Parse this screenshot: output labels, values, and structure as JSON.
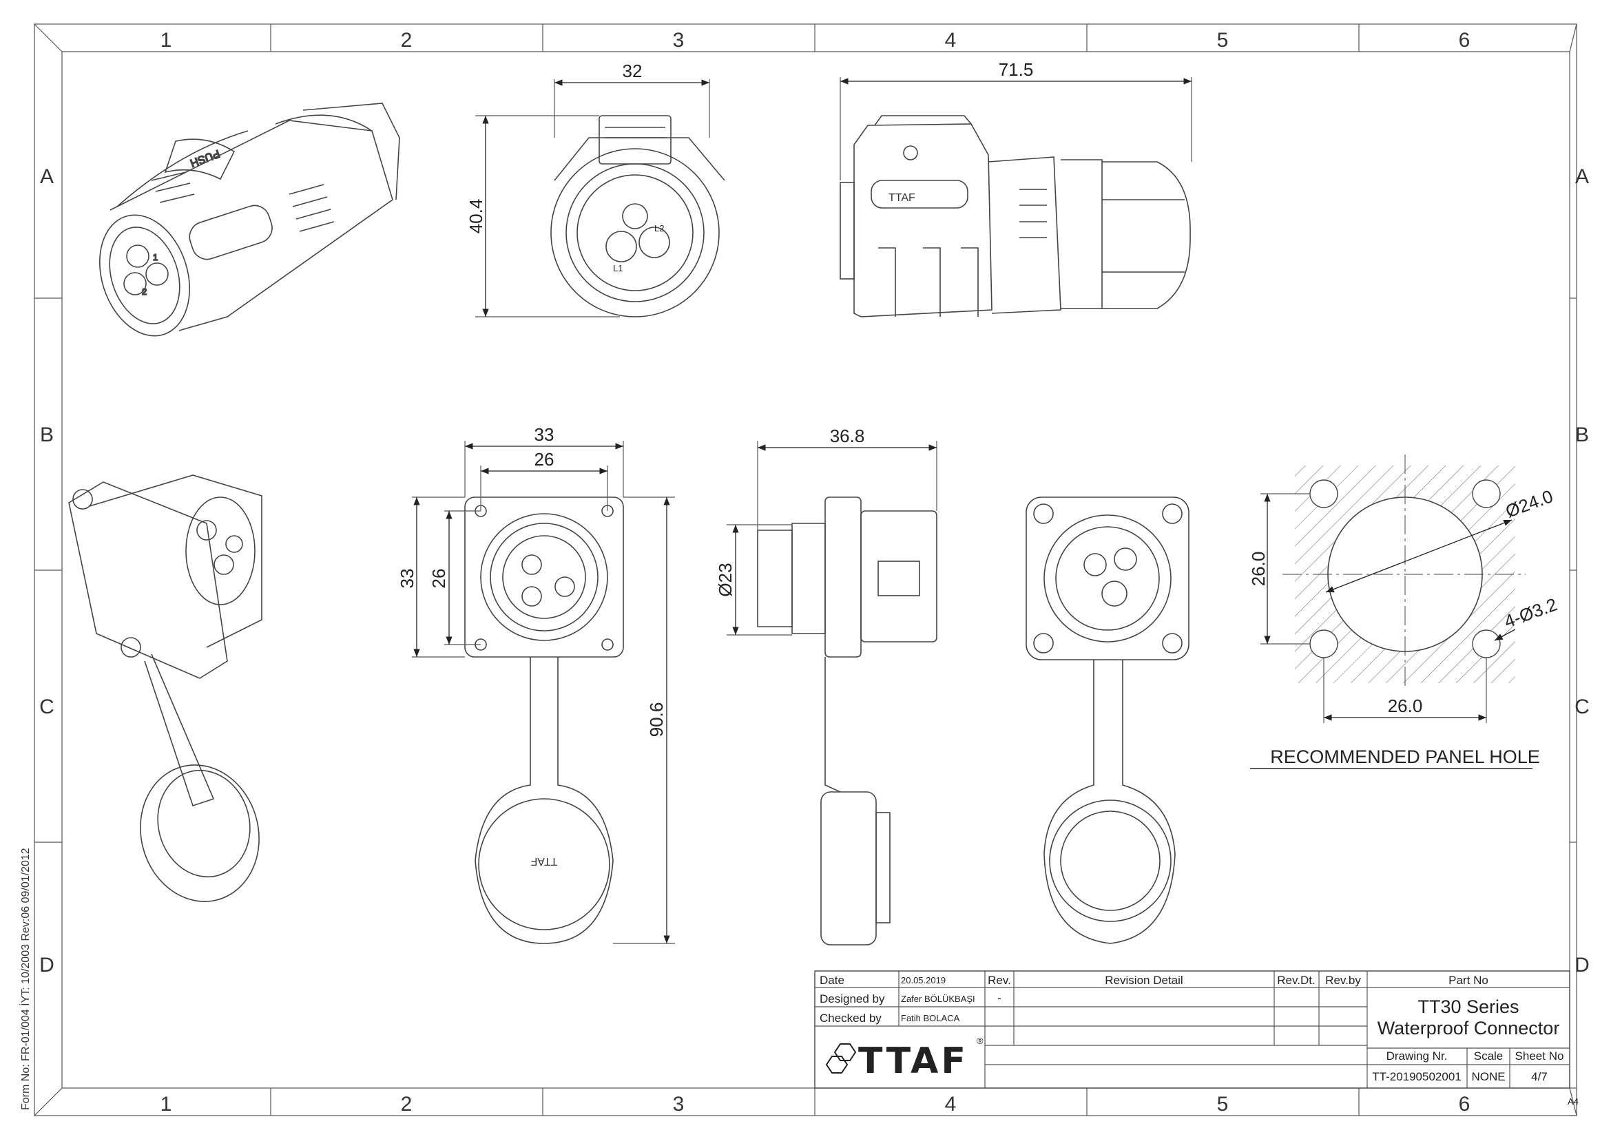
{
  "zones": {
    "columns": [
      "1",
      "2",
      "3",
      "4",
      "5",
      "6"
    ],
    "rows": [
      "A",
      "B",
      "C",
      "D"
    ]
  },
  "dimensions": {
    "front_width": "32",
    "front_height": "40.4",
    "side_length": "71.5",
    "flange_outer_w": "33",
    "flange_inner_w": "26",
    "flange_outer_h": "33",
    "flange_inner_h": "26",
    "total_height": "90.6",
    "side_width": "36.8",
    "diameter": "Ø23"
  },
  "panel_hole": {
    "diameter": "Ø24.0",
    "holes": "4-Ø3.2",
    "height": "26.0",
    "width": "26.0",
    "caption": "RECOMMENDED PANEL HOLE"
  },
  "part_markings": {
    "push": "PUSH",
    "l1": "L1",
    "l2": "L2",
    "num1": "1",
    "num2": "2"
  },
  "form_info": "Form No: FR-01/004  İYT: 10/2003  Rev:06  09/01/2012",
  "paper_size": "A4",
  "title_block": {
    "date_label": "Date",
    "date_value": "20.05.2019",
    "designed_label": "Designed by",
    "designed_value": "Zafer BÖLÜKBAŞI",
    "checked_label": "Checked by",
    "checked_value": "Fatih BOLACA",
    "rev_header": "Rev.",
    "rev_value": "-",
    "revision_detail_header": "Revision Detail",
    "rev_dt_header": "Rev.Dt.",
    "rev_by_header": "Rev.by",
    "part_no_header": "Part No",
    "part_title_1": "TT30 Series",
    "part_title_2": "Waterproof Connector",
    "drawing_nr_label": "Drawing Nr.",
    "drawing_nr_value": "TT-20190502001",
    "scale_label": "Scale",
    "scale_value": "NONE",
    "sheet_label": "Sheet No",
    "sheet_value": "4/7",
    "logo_text": "TTAF",
    "registered": "®"
  },
  "colors": {
    "line": "#444444",
    "paper": "#ffffff",
    "text": "#222222"
  }
}
